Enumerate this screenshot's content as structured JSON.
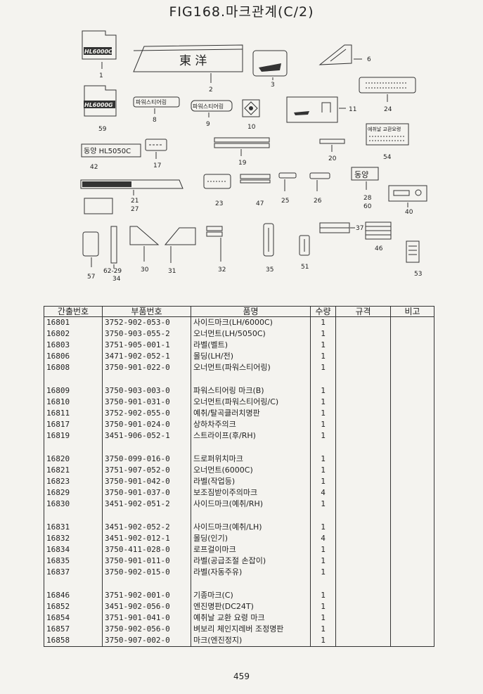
{
  "title": "FIG168.마크관계(C/2)",
  "figure": {
    "callouts": [
      "1",
      "59",
      "2",
      "3",
      "6",
      "24",
      "8",
      "9",
      "10",
      "11",
      "42",
      "17",
      "19",
      "20",
      "54",
      "21",
      "27",
      "23",
      "47",
      "25",
      "26",
      "28",
      "60",
      "40",
      "57",
      "62-29",
      "34",
      "30",
      "31",
      "32",
      "35",
      "51",
      "37",
      "46",
      "53"
    ],
    "part_texts": {
      "p1": "HL6000C",
      "p59": "HL6000G",
      "p2": "東  洋",
      "p8": "파워스티어링",
      "p9": "파워스티어링",
      "p42": "동양 HL5050C",
      "p28": "동양",
      "p54": "예취날 교환요령"
    }
  },
  "table": {
    "headers": [
      "간출번호",
      "부품번호",
      "품명",
      "수량",
      "규격",
      "비고"
    ],
    "rows": [
      {
        "no": "16801",
        "part": "3752-902-053-0",
        "name": "사이드마크(LH/6000C)",
        "qty": "1"
      },
      {
        "no": "16802",
        "part": "3750-903-055-2",
        "name": "오너먼트(LH/5050C)",
        "qty": "1"
      },
      {
        "no": "16803",
        "part": "3751-905-001-1",
        "name": "라벨(벨트)",
        "qty": "1"
      },
      {
        "no": "16806",
        "part": "3471-902-052-1",
        "name": "몰딩(LH/전)",
        "qty": "1"
      },
      {
        "no": "16808",
        "part": "3750-901-022-0",
        "name": "오너먼트(파워스티어링)",
        "qty": "1"
      },
      {
        "no": "16809",
        "part": "3750-903-003-0",
        "name": "파워스티어링 마크(B)",
        "qty": "1"
      },
      {
        "no": "16810",
        "part": "3750-901-031-0",
        "name": "오너먼트(파워스티어링/C)",
        "qty": "1"
      },
      {
        "no": "16811",
        "part": "3752-902-055-0",
        "name": "예취/탈곡클러치명판",
        "qty": "1"
      },
      {
        "no": "16817",
        "part": "3750-901-024-0",
        "name": "상하차주의크",
        "qty": "1"
      },
      {
        "no": "16819",
        "part": "3451-906-052-1",
        "name": "스트라이프(후/RH)",
        "qty": "1"
      },
      {
        "no": "16820",
        "part": "3750-099-016-0",
        "name": "드로퍼위치마크",
        "qty": "1"
      },
      {
        "no": "16821",
        "part": "3751-907-052-0",
        "name": "오너먼트(6000C)",
        "qty": "1"
      },
      {
        "no": "16823",
        "part": "3750-901-042-0",
        "name": "라벨(작업등)",
        "qty": "1"
      },
      {
        "no": "16829",
        "part": "3750-901-037-0",
        "name": "보조짐받이주의마크",
        "qty": "4"
      },
      {
        "no": "16830",
        "part": "3451-902-051-2",
        "name": "사이드마크(예취/RH)",
        "qty": "1"
      },
      {
        "no": "16831",
        "part": "3451-902-052-2",
        "name": "사이드마크(예취/LH)",
        "qty": "1"
      },
      {
        "no": "16832",
        "part": "3451-902-012-1",
        "name": "몰딩(인기)",
        "qty": "4"
      },
      {
        "no": "16834",
        "part": "3750-411-028-0",
        "name": "로프걸이마크",
        "qty": "1"
      },
      {
        "no": "16835",
        "part": "3750-901-011-0",
        "name": "라벨(공급조절 손잡이)",
        "qty": "1"
      },
      {
        "no": "16837",
        "part": "3750-902-015-0",
        "name": "라벨(자동주유)",
        "qty": "1"
      },
      {
        "no": "16846",
        "part": "3751-902-001-0",
        "name": "기종마크(C)",
        "qty": "1"
      },
      {
        "no": "16852",
        "part": "3451-902-056-0",
        "name": "엔진명판(DC24T)",
        "qty": "1"
      },
      {
        "no": "16854",
        "part": "3751-901-041-0",
        "name": "예취날 교환 요령 마크",
        "qty": "1"
      },
      {
        "no": "16857",
        "part": "3750-902-056-0",
        "name": "벼보리 체인지레버 조정명판",
        "qty": "1"
      },
      {
        "no": "16858",
        "part": "3750-907-002-0",
        "name": "마크(엔진정지)",
        "qty": "1"
      }
    ]
  },
  "page_number": "459"
}
